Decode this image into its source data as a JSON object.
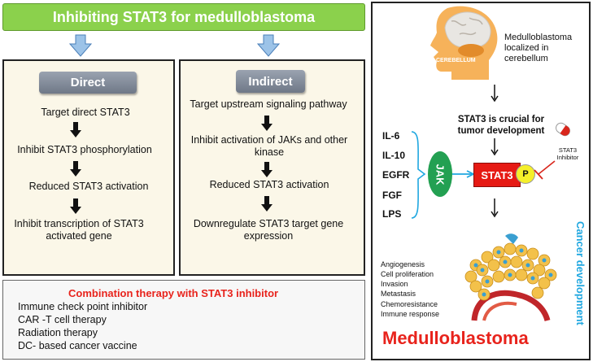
{
  "title": "Inhibiting STAT3 for medulloblastoma",
  "direct": {
    "label": "Direct",
    "steps": [
      "Target direct STAT3",
      "Inhibit STAT3 phosphorylation",
      "Reduced STAT3 activation",
      "Inhibit transcription of STAT3 activated gene"
    ]
  },
  "indirect": {
    "label": "Indirect",
    "steps": [
      "Target upstream signaling pathway",
      "Inhibit activation of JAKs and other kinase",
      "Reduced STAT3 activation",
      "Downregulate STAT3 target gene expression"
    ]
  },
  "combination": {
    "title": "Combination therapy with STAT3 inhibitor",
    "items": [
      "Immune check point inhibitor",
      "CAR -T cell therapy",
      "Radiation therapy",
      "DC- based cancer vaccine"
    ]
  },
  "right": {
    "cerebellum_label": "CEREBELLUM",
    "localized_text": "Medulloblastoma localized in cerebellum",
    "crucial_text": "STAT3 is crucial for tumor development",
    "cytokines": [
      "IL-6",
      "IL-10",
      "EGFR",
      "FGF",
      "LPS"
    ],
    "jak": "JAK",
    "stat3": "STAT3",
    "p": "P",
    "inhibitor_label": "STAT3 Inhibitor",
    "outcomes": [
      "Angiogenesis",
      "Cell proliferation",
      "Invasion",
      "Metastasis",
      "Chemoresistance",
      "Immune response"
    ],
    "medulloblastoma": "Medulloblastoma",
    "cancer_development": "Cancer development"
  },
  "colors": {
    "title_green": "#8bd14c",
    "stat3_red": "#e61a14",
    "jak_green": "#23a052",
    "accent_blue": "#1fa7e0",
    "text_red": "#e8231c"
  }
}
